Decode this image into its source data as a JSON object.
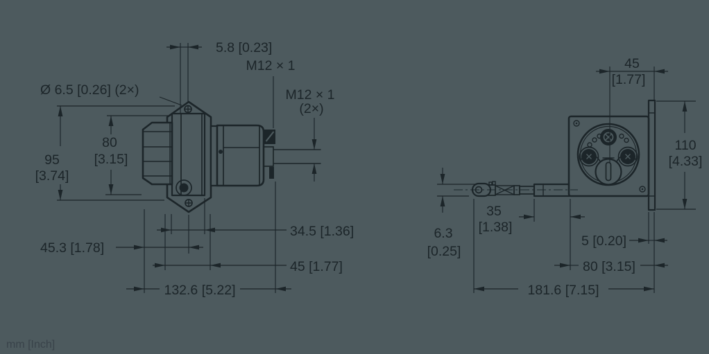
{
  "drawing": {
    "type": "technical-dimensional-drawing",
    "units_note": "mm [Inch]",
    "colors": {
      "background": "#4d5a5e",
      "line": "#1c2529",
      "note_text": "#39434a"
    },
    "side_view": {
      "dim_offset": "5.8 [0.23]",
      "connector_label": "M12 × 1",
      "connector2_label_l1": "M12 × 1",
      "connector2_label_l2": "(2×)",
      "hole_label": "Ø 6.5 [0.26] (2×)",
      "height_mm": "95",
      "height_inch": "[3.74]",
      "body_height_mm": "80",
      "body_height_inch": "[3.15]",
      "depth_body": "34.5 [1.36]",
      "depth_drum": "45.3 [1.78]",
      "flange_width": "45 [1.77]",
      "total_depth": "132.6 [5.22]"
    },
    "front_view": {
      "center_offset_mm": "45",
      "center_offset_inch": "[1.77]",
      "flange_height_mm": "110",
      "flange_height_inch": "[4.33]",
      "wire_dia_mm": "6.3",
      "wire_dia_inch": "[0.25]",
      "rod_len_mm": "35",
      "rod_len_inch": "[1.38]",
      "flange_thickness": "5 [0.20]",
      "plate_width": "80 [3.15]",
      "total_length": "181.6 [7.15]"
    }
  }
}
